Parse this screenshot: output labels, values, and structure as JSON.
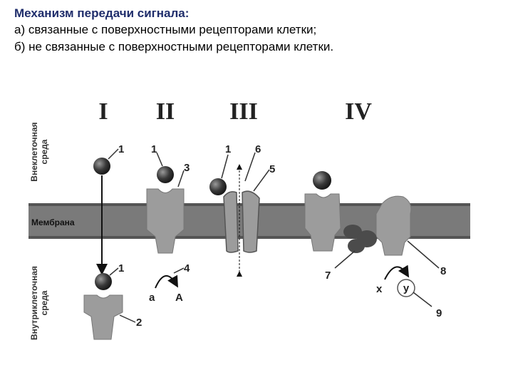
{
  "header": {
    "title": "Механизм передачи сигнала:",
    "line_a": "а) связанные с поверхностными рецепторами клетки;",
    "line_b": "б) не связанные с поверхностными рецепторами клетки."
  },
  "diagram": {
    "roman": [
      "I",
      "II",
      "III",
      "IV"
    ],
    "side_labels": {
      "extracellular": [
        "Внеклеточная",
        "среда"
      ],
      "membrane": "Мембрана",
      "intracellular": [
        "Внутриклеточная",
        "среда"
      ]
    },
    "numbers": {
      "n1_I_top": "1",
      "n1_I_bottom": "1",
      "n2": "2",
      "n1_II": "1",
      "n3": "3",
      "n4": "4",
      "n1_III": "1",
      "n6": "6",
      "n5": "5",
      "n7": "7",
      "n8": "8",
      "n9": "9"
    },
    "reaction_II": {
      "from": "а",
      "to": "А"
    },
    "reaction_IV": {
      "from": "х",
      "to": "у"
    },
    "colors": {
      "title": "#1f2d6b",
      "membrane": "#7a7a7a",
      "protein": "#9c9c9c",
      "ligand": "#3a3a3a",
      "enzyme": "#4b4b4b"
    }
  }
}
